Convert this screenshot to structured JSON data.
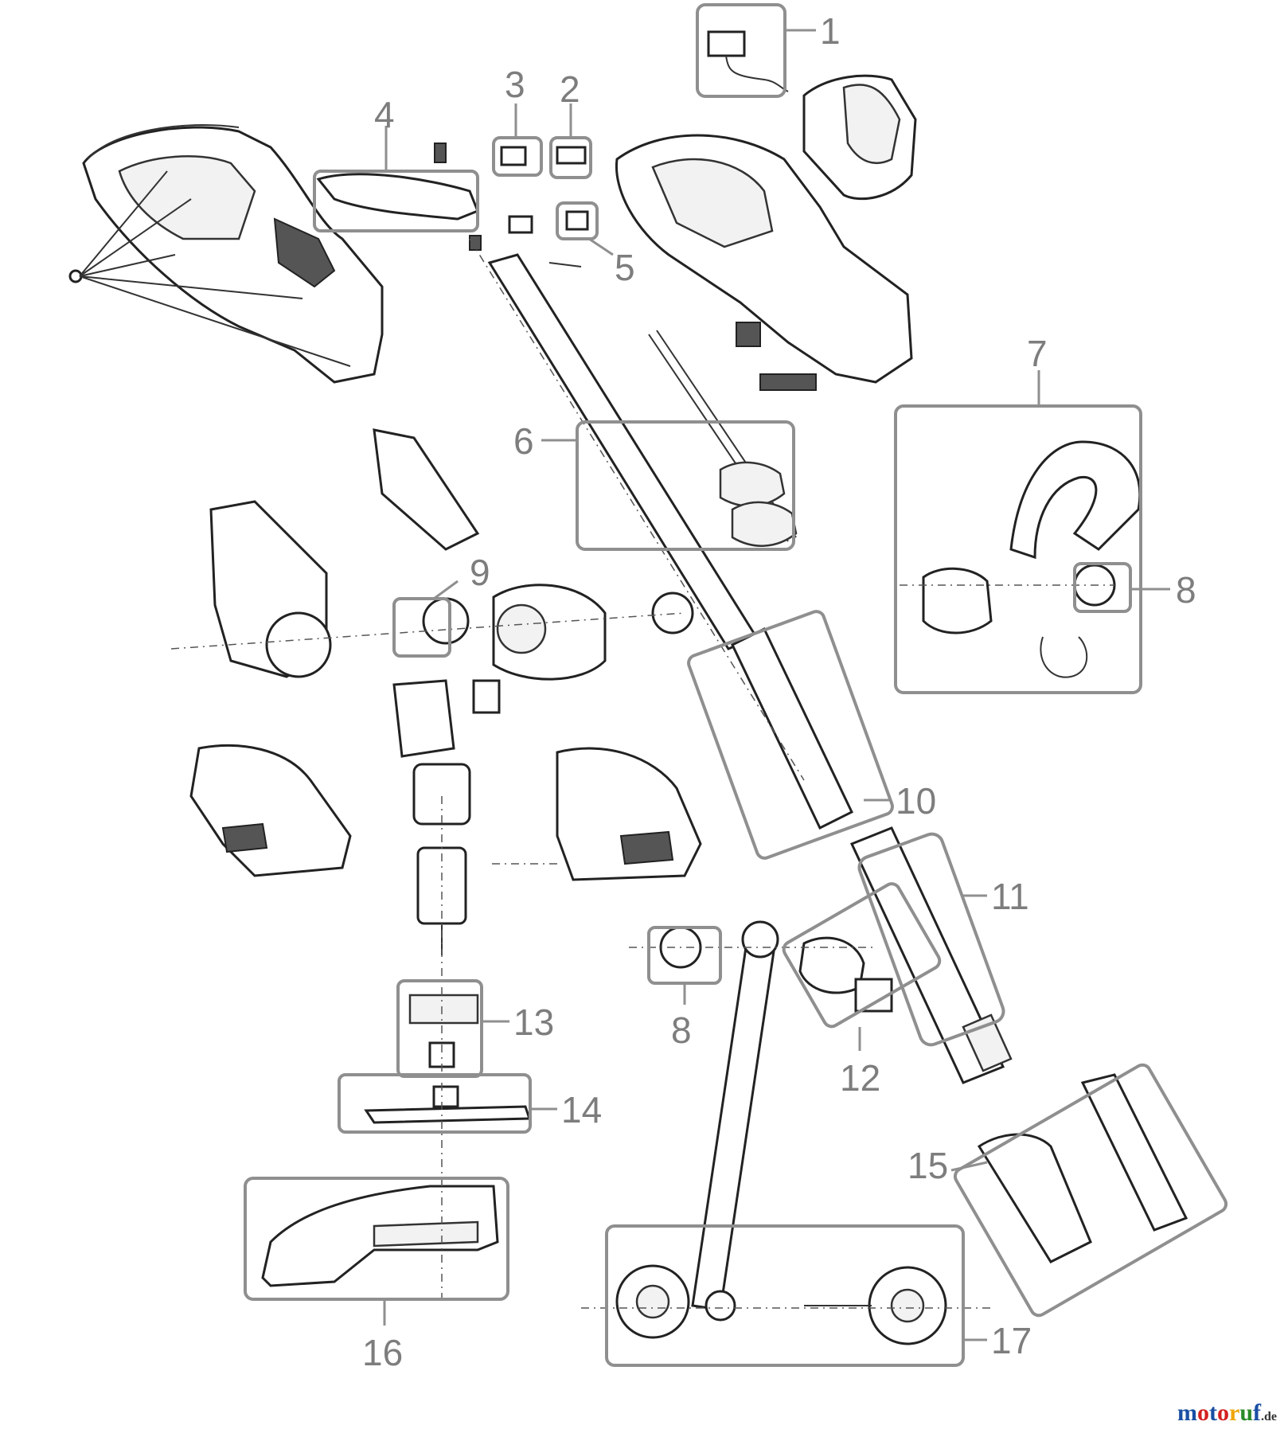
{
  "diagram": {
    "callouts": [
      {
        "id": "1",
        "label": "1"
      },
      {
        "id": "2",
        "label": "2"
      },
      {
        "id": "3",
        "label": "3"
      },
      {
        "id": "4",
        "label": "4"
      },
      {
        "id": "5",
        "label": "5"
      },
      {
        "id": "6",
        "label": "6"
      },
      {
        "id": "7",
        "label": "7"
      },
      {
        "id": "8a",
        "label": "8"
      },
      {
        "id": "8b",
        "label": "8"
      },
      {
        "id": "9",
        "label": "9"
      },
      {
        "id": "10",
        "label": "10"
      },
      {
        "id": "11",
        "label": "11"
      },
      {
        "id": "12",
        "label": "12"
      },
      {
        "id": "13",
        "label": "13"
      },
      {
        "id": "14",
        "label": "14"
      },
      {
        "id": "15",
        "label": "15"
      },
      {
        "id": "16",
        "label": "16"
      },
      {
        "id": "17",
        "label": "17"
      }
    ]
  },
  "watermark": {
    "text_main": "motoruf",
    "text_suffix": ".de",
    "colors": [
      "#1a4fa3",
      "#d42020",
      "#1a4fa3",
      "#d42020",
      "#f0a500",
      "#2a8a2a",
      "#1a4fa3"
    ]
  }
}
